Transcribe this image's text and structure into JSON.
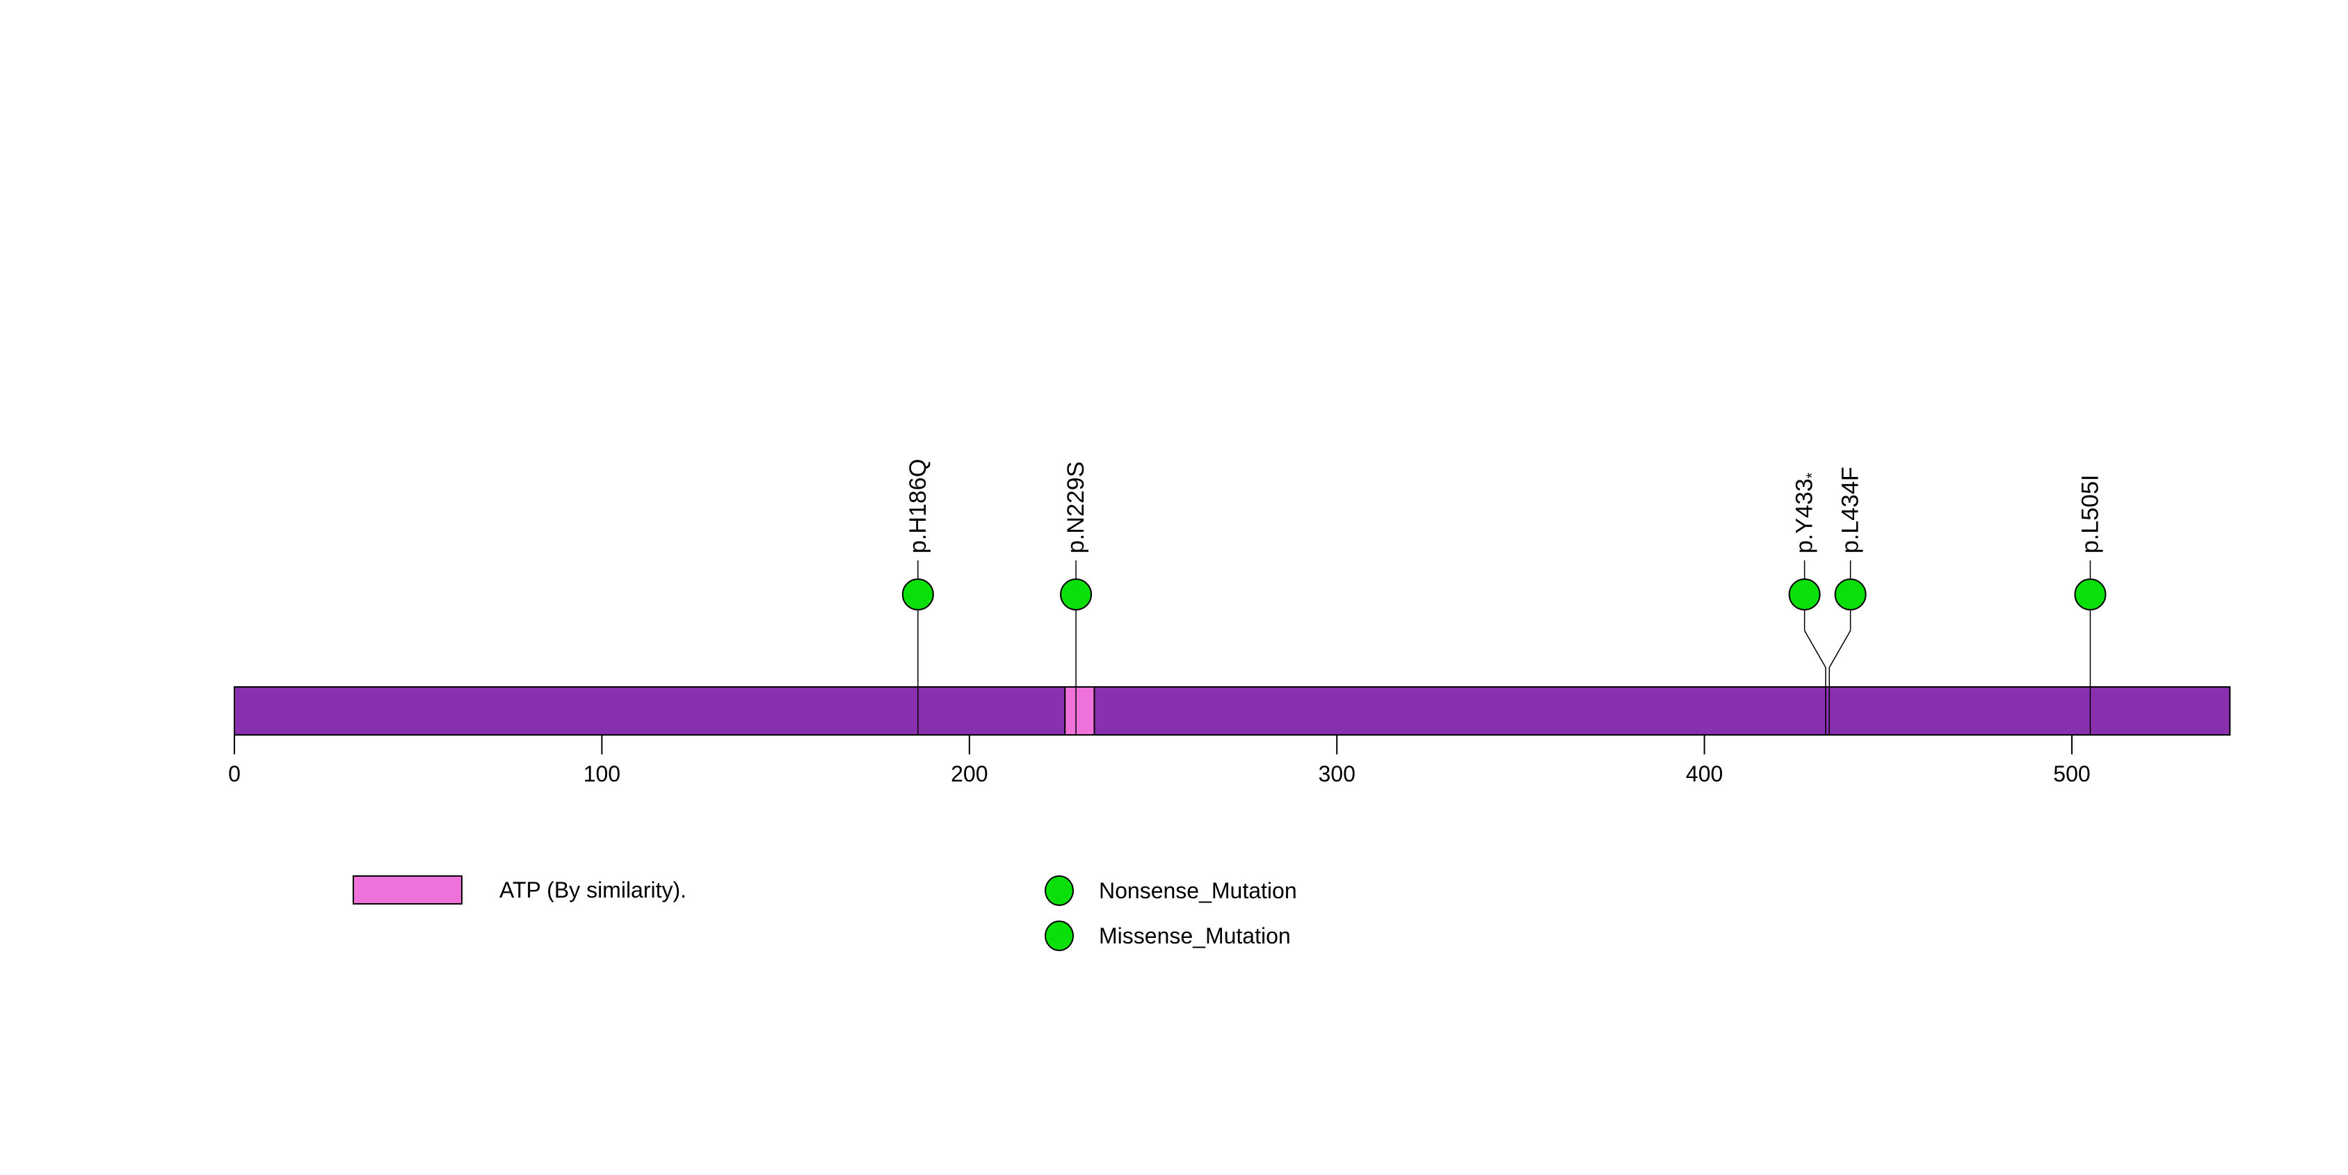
{
  "chart_data": {
    "type": "scatter",
    "subtype": "protein-lollipop-mutation-plot",
    "title": "",
    "xlabel": "",
    "ylabel": "",
    "xlim": [
      0,
      543
    ],
    "x_ticks": [
      0,
      100,
      200,
      300,
      400,
      500
    ],
    "grid": false,
    "backbone_color": "#8930AF",
    "mutation_color": "#0ADF0A",
    "stroke_color": "#000000",
    "mutations": [
      {
        "label": "p.H186Q",
        "position": 186,
        "type": "Missense_Mutation"
      },
      {
        "label": "p.N229S",
        "position": 229,
        "type": "Missense_Mutation"
      },
      {
        "label": "p.Y433*",
        "position": 433,
        "type": "Nonsense_Mutation"
      },
      {
        "label": "p.L434F",
        "position": 434,
        "type": "Missense_Mutation"
      },
      {
        "label": "p.L505I",
        "position": 505,
        "type": "Missense_Mutation"
      }
    ],
    "domains": [
      {
        "label": "ATP (By similarity).",
        "start": 226,
        "end": 234,
        "color": "#EE72D9"
      }
    ],
    "legend": {
      "position": "bottom",
      "items": [
        {
          "swatch": "rect",
          "color": "#EE72D9",
          "label": "ATP (By similarity)."
        },
        {
          "swatch": "circle",
          "color": "#0ADF0A",
          "label": "Nonsense_Mutation"
        },
        {
          "swatch": "circle",
          "color": "#0ADF0A",
          "label": "Missense_Mutation"
        }
      ]
    }
  }
}
